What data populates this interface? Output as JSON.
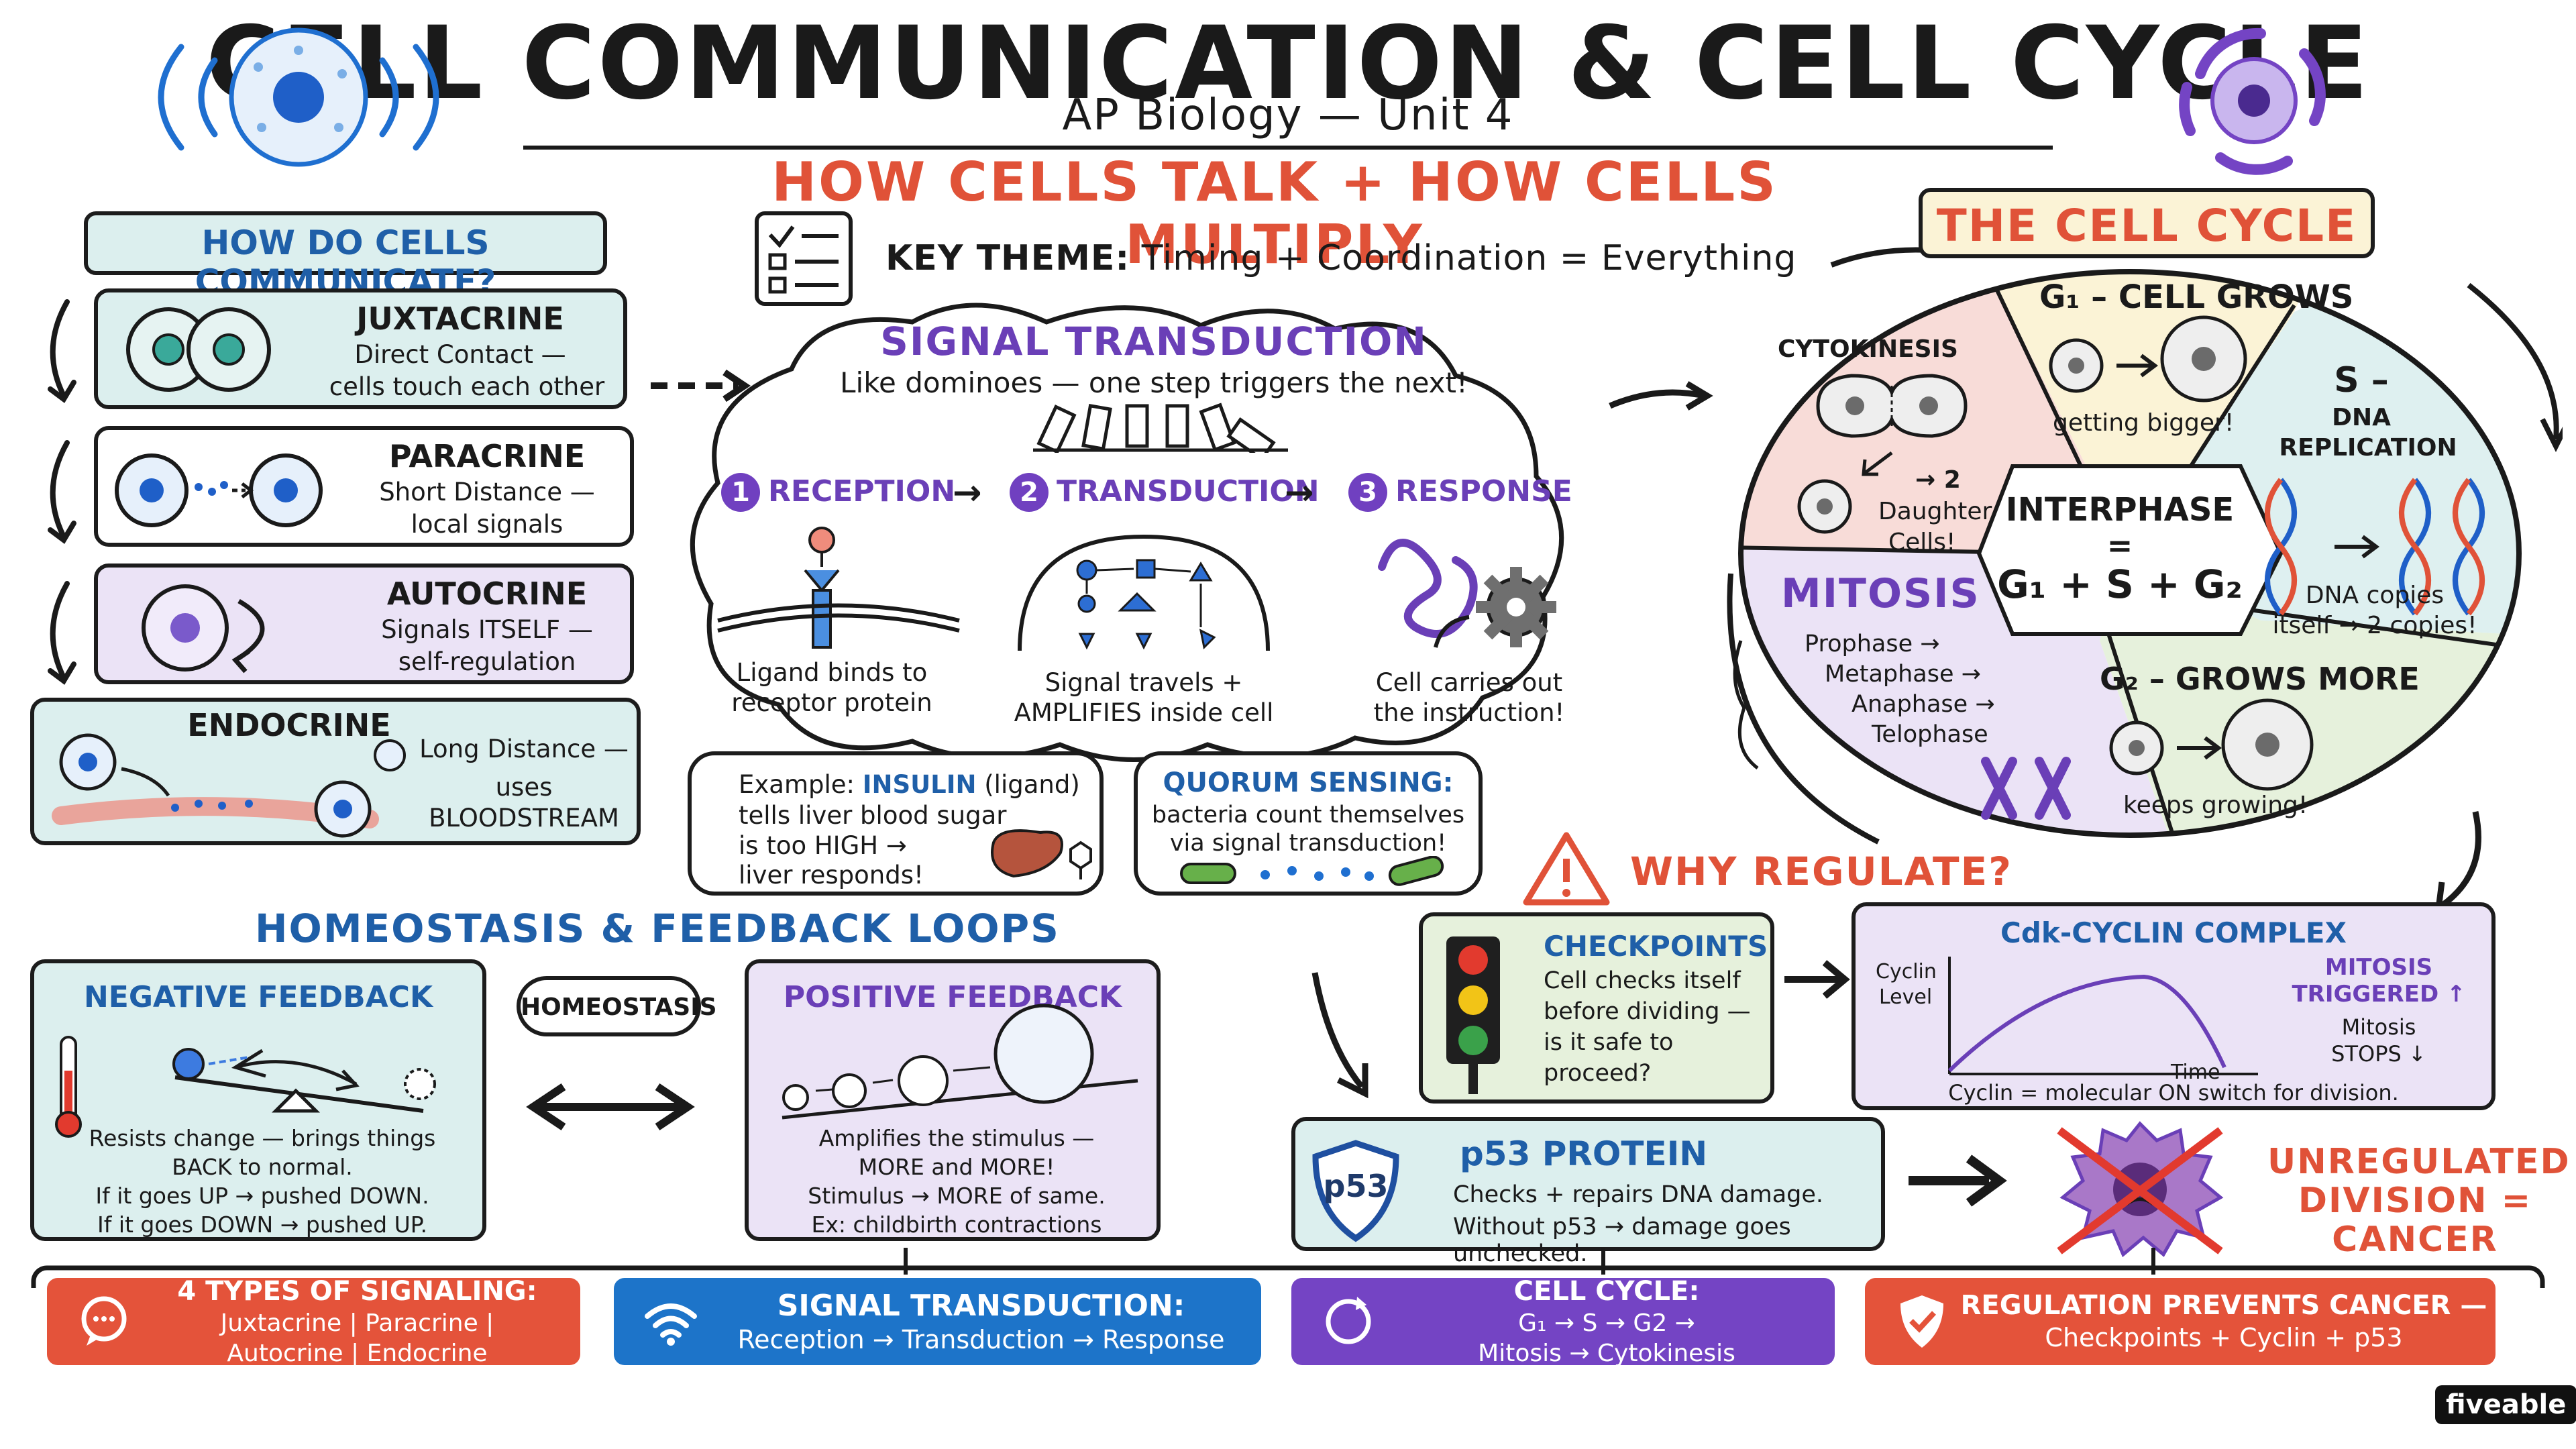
{
  "header": {
    "title": "CELL COMMUNICATION & CELL CYCLE",
    "subtitle": "AP Biology — Unit 4",
    "tagline": "HOW CELLS TALK + HOW CELLS MULTIPLY",
    "key_theme_label": "KEY THEME:",
    "key_theme_text": "Timing + Coordination = Everything"
  },
  "communicate": {
    "heading": "HOW DO CELLS COMMUNICATE?",
    "types": [
      {
        "name": "JUXTACRINE",
        "line1": "Direct Contact —",
        "line2": "cells touch each other"
      },
      {
        "name": "PARACRINE",
        "line1": "Short Distance —",
        "line2": "local signals"
      },
      {
        "name": "AUTOCRINE",
        "line1": "Signals ITSELF —",
        "line2": "self-regulation"
      },
      {
        "name": "ENDOCRINE",
        "line1": "Long Distance —",
        "line2": "uses BLOODSTREAM"
      }
    ]
  },
  "signal": {
    "heading": "SIGNAL TRANSDUCTION",
    "subheading": "Like dominoes — one step triggers the next!",
    "steps": [
      {
        "num": "1",
        "name": "RECEPTION",
        "desc1": "Ligand binds to",
        "desc2": "receptor protein"
      },
      {
        "num": "2",
        "name": "TRANSDUCTION",
        "desc1": "Signal travels +",
        "desc2": "AMPLIFIES inside cell"
      },
      {
        "num": "3",
        "name": "RESPONSE",
        "desc1": "Cell carries out",
        "desc2": "the instruction!"
      }
    ],
    "example": {
      "l1a": "Example: ",
      "l1b": "INSULIN",
      "l1c": " (ligand)",
      "l2": "tells liver blood sugar",
      "l3": "is too HIGH →",
      "l4": "liver responds!"
    },
    "quorum": {
      "heading": "QUORUM SENSING:",
      "l1": "bacteria count themselves",
      "l2": "via signal transduction!"
    }
  },
  "cycle": {
    "heading": "THE CELL CYCLE",
    "g1": {
      "title": "G₁ – CELL GROWS",
      "desc": "getting bigger!"
    },
    "s": {
      "title1": "S –",
      "title2": "DNA",
      "title3": "REPLICATION",
      "desc1": "DNA copies",
      "desc2": "itself → 2 copies!"
    },
    "g2": {
      "title": "G₂ – GROWS MORE",
      "desc": "keeps growing!"
    },
    "mitosis": {
      "title": "MITOSIS",
      "phases": [
        "Prophase →",
        "Metaphase →",
        "Anaphase →",
        "Telophase"
      ]
    },
    "cytokinesis": {
      "title": "CYTOKINESIS",
      "desc1": "→ 2",
      "desc2": "Daughter",
      "desc3": "Cells!"
    },
    "interphase": {
      "title": "INTERPHASE",
      "eq": "=",
      "formula": "G₁ + S + G₂"
    }
  },
  "homeostasis": {
    "heading": "HOMEOSTASIS & FEEDBACK LOOPS",
    "center_label": "HOMEOSTASIS",
    "negative": {
      "title": "NEGATIVE FEEDBACK",
      "l1": "Resists change — brings things",
      "l2": "BACK to normal.",
      "l3": "If it goes UP → pushed DOWN.",
      "l4": "If it goes DOWN → pushed UP."
    },
    "positive": {
      "title": "POSITIVE FEEDBACK",
      "l1": "Amplifies the stimulus —",
      "l2": "MORE and MORE!",
      "l3": "Stimulus → MORE of same.",
      "l4": "Ex: childbirth contractions"
    }
  },
  "regulate": {
    "heading": "WHY REGULATE?",
    "checkpoints": {
      "title": "CHECKPOINTS",
      "l1": "Cell checks itself",
      "l2": "before dividing —",
      "l3": "is it safe to",
      "l4": "proceed?"
    },
    "cdk": {
      "title": "Cdk-CYCLIN COMPLEX",
      "ylabel1": "Cyclin",
      "ylabel2": "Level",
      "xlabel": "Time",
      "mitosis1": "MITOSIS",
      "mitosis2": "TRIGGERED ↑",
      "stops1": "Mitosis",
      "stops2": "STOPS ↓",
      "caption": "Cyclin = molecular ON switch for division."
    },
    "p53": {
      "badge": "p53",
      "title": "p53 PROTEIN",
      "l1": "Checks + repairs DNA damage.",
      "l2": "Without p53 → damage goes unchecked."
    },
    "cancer": {
      "l1": "UNREGULATED",
      "l2": "DIVISION =",
      "l3": "CANCER"
    }
  },
  "bands": [
    {
      "l1": "4 TYPES OF SIGNALING:",
      "l2": "Juxtacrine | Paracrine |",
      "l3": "Autocrine | Endocrine",
      "color": "#e4533a"
    },
    {
      "l1": "SIGNAL TRANSDUCTION:",
      "l2": "Reception → Transduction → Response",
      "l3": "",
      "color": "#1d74c9"
    },
    {
      "l1": "CELL CYCLE:",
      "l2": "G₁ → S → G2 →",
      "l3": "Mitosis → Cytokinesis",
      "color": "#7444c4"
    },
    {
      "l1": "REGULATION PREVENTS CANCER —",
      "l2": "Checkpoints + Cyclin + p53",
      "l3": "",
      "color": "#e4533a"
    }
  ],
  "brand": "fiveable",
  "colors": {
    "blue": "#1f5fa8",
    "purple": "#6a3fb7",
    "red": "#e05238",
    "teal": "#dcefee",
    "lavender": "#ebe3f6"
  }
}
